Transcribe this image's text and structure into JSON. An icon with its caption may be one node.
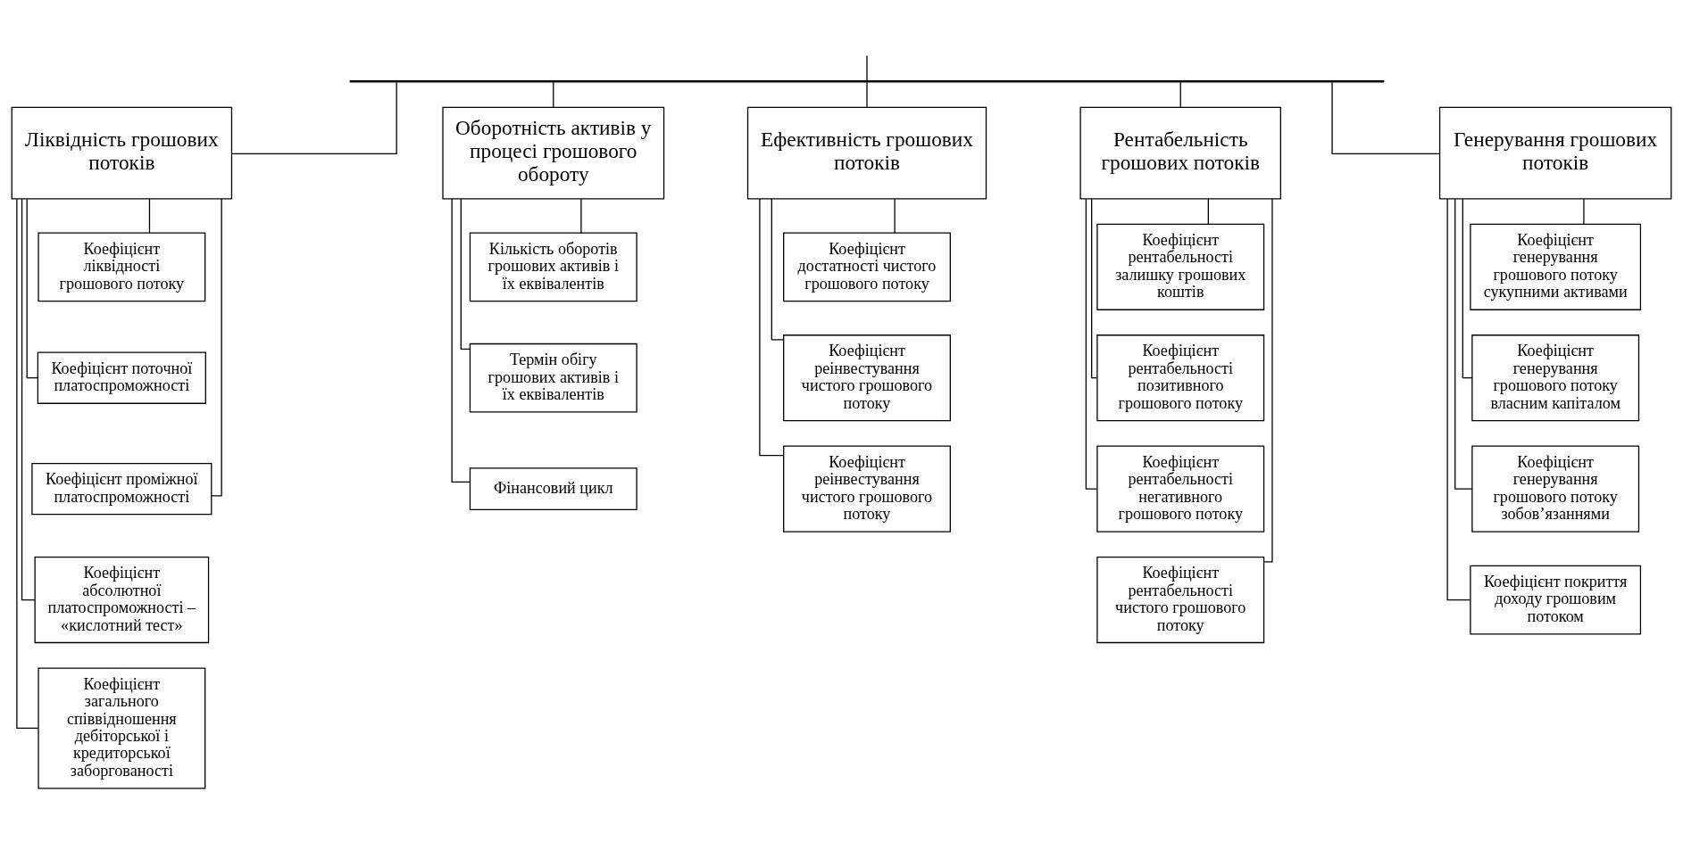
{
  "diagram": {
    "nodes": [
      {
        "text": [],
        "shape": "bar"
      },
      {
        "text": [
          "Ліквідність грошових потоків"
        ]
      },
      {
        "text": [
          "Коефіцієнт ліквідності грошового потоку"
        ]
      },
      {
        "text": [
          "Коефіцієнт поточної платоспроможності"
        ]
      },
      {
        "text": [
          "Коефіцієнт проміжної платоспроможності"
        ]
      },
      {
        "text": [
          "Коефіцієнт абсолютної платоспроможності – «кислотний тест»"
        ]
      },
      {
        "text": [
          "Коефіцієнт загального співвідношення дебіторської і кредиторської заборгованості"
        ]
      },
      {
        "text": [
          "Оборотність активів у процесі грошового обороту"
        ]
      },
      {
        "text": [
          "Кількість оборотів грошових активів і їх еквівалентів"
        ]
      },
      {
        "text": [
          "Термін обігу грошових активів і їх еквівалентів"
        ]
      },
      {
        "text": [
          "Фінансовий цикл"
        ]
      },
      {
        "text": [
          "Ефективність грошових потоків"
        ]
      },
      {
        "text": [
          "Коефіцієнт достатності чистого грошового потоку"
        ]
      },
      {
        "text": [
          "Коефіцієнт реінвестування чистого грошового потоку"
        ]
      },
      {
        "text": [
          "Коефіцієнт реінвестування чистого грошового потоку"
        ]
      },
      {
        "text": [
          "Рентабельність грошових потоків"
        ]
      },
      {
        "text": [
          "Коефіцієнт рентабельності залишку грошових коштів"
        ]
      },
      {
        "text": [
          "Коефіцієнт рентабельності позитивного грошового потоку"
        ]
      },
      {
        "text": [
          "Коефіцієнт рентабельності негативного грошового потоку"
        ]
      },
      {
        "text": [
          "Коефіцієнт рентабельності чистого грошового потоку"
        ]
      },
      {
        "text": [
          "Генерування грошових потоків"
        ]
      },
      {
        "text": [
          "Коефіцієнт генерування грошового потоку сукупними активами"
        ]
      },
      {
        "text": [
          "Коефіцієнт генерування грошового потоку власним капіталом"
        ]
      },
      {
        "text": [
          "Коефіцієнт генерування грошового потоку зобов’язаннями"
        ]
      },
      {
        "text": [
          "Коефіцієнт покриття доходу грошовим потоком"
        ]
      }
    ],
    "edges": [
      {
        "from": null,
        "to": 0,
        "arrow": "none"
      },
      {
        "from": 0,
        "to": 1,
        "arrow": "none"
      },
      {
        "from": 0,
        "to": 7,
        "arrow": "none"
      },
      {
        "from": 0,
        "to": 11,
        "arrow": "none"
      },
      {
        "from": 0,
        "to": 15,
        "arrow": "none"
      },
      {
        "from": 0,
        "to": 20,
        "arrow": "none"
      },
      {
        "from": 1,
        "to": 2,
        "arrow": "none"
      },
      {
        "from": 1,
        "to": 3,
        "arrow": "none"
      },
      {
        "from": 1,
        "to": 4,
        "arrow": "none"
      },
      {
        "from": 1,
        "to": 5,
        "arrow": "none"
      },
      {
        "from": 1,
        "to": 6,
        "arrow": "none"
      },
      {
        "from": 7,
        "to": 8,
        "arrow": "none"
      },
      {
        "from": 7,
        "to": 9,
        "arrow": "none"
      },
      {
        "from": 7,
        "to": 10,
        "arrow": "none"
      },
      {
        "from": 11,
        "to": 12,
        "arrow": "none"
      },
      {
        "from": 11,
        "to": 13,
        "arrow": "none"
      },
      {
        "from": 11,
        "to": 14,
        "arrow": "none"
      },
      {
        "from": 15,
        "to": 16,
        "arrow": "none"
      },
      {
        "from": 15,
        "to": 17,
        "arrow": "none"
      },
      {
        "from": 15,
        "to": 18,
        "arrow": "none"
      },
      {
        "from": 15,
        "to": 19,
        "arrow": "none"
      },
      {
        "from": 20,
        "to": 21,
        "arrow": "none"
      },
      {
        "from": 20,
        "to": 22,
        "arrow": "none"
      },
      {
        "from": 20,
        "to": 23,
        "arrow": "none"
      },
      {
        "from": 20,
        "to": 24,
        "arrow": "none"
      }
    ]
  }
}
